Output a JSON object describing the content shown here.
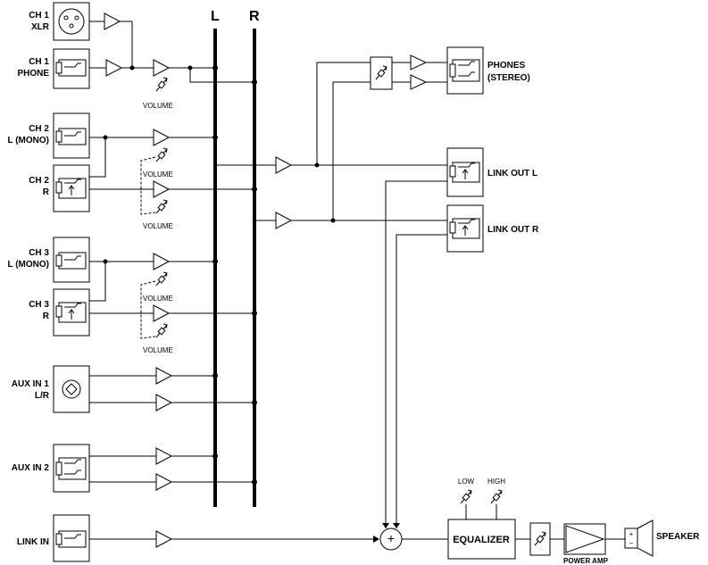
{
  "inputs": {
    "ch1_xlr": [
      "CH 1",
      "XLR"
    ],
    "ch1_phone": [
      "CH 1",
      "PHONE"
    ],
    "ch2_l": [
      "CH 2",
      "L (MONO)"
    ],
    "ch2_r": [
      "CH 2",
      "R"
    ],
    "ch3_l": [
      "CH 3",
      "L (MONO)"
    ],
    "ch3_r": [
      "CH 3",
      "R"
    ],
    "aux1": [
      "AUX IN 1",
      "L/R"
    ],
    "aux2": "AUX IN 2",
    "link_in": "LINK IN"
  },
  "volume_label": "VOLUME",
  "bus": {
    "left": "L",
    "right": "R"
  },
  "outputs": {
    "phones": [
      "PHONES",
      "(STEREO)"
    ],
    "link_out_l": "LINK OUT L",
    "link_out_r": "LINK OUT R",
    "speaker": "SPEAKER"
  },
  "eq": {
    "label": "EQUALIZER",
    "low": "LOW",
    "high": "HIGH"
  },
  "power_amp": "POWER AMP",
  "speaker_sign": {
    "plus": "+",
    "minus": "−"
  }
}
